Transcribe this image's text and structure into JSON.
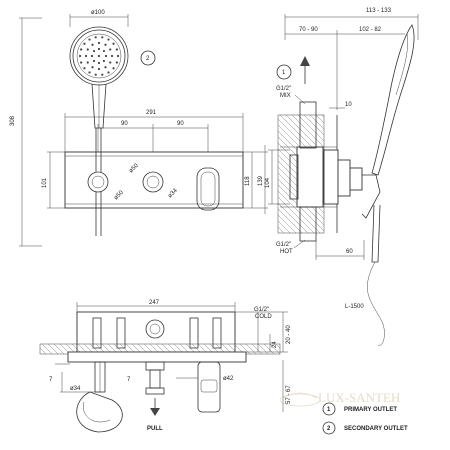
{
  "dimensions": {
    "d100": "ø100",
    "d308": "308",
    "d291": "291",
    "d90a": "90",
    "d90b": "90",
    "d101": "101",
    "d50a": "ø50",
    "d50b": "ø50",
    "d34": "ø34",
    "d118": "118",
    "d139": "139",
    "d113_133": "113 - 133",
    "d70_90": "70 - 90",
    "d102_82": "102 - 82",
    "d10": "10",
    "d104": "104",
    "d60": "60",
    "dL1500": "L-1500",
    "d247": "247",
    "d24": "24",
    "d20_40": "20 - 40",
    "d57_67": "57 - 67",
    "d7a": "7",
    "d7b": "7",
    "d34b": "ø34",
    "d42": "ø42"
  },
  "labels": {
    "g12_mix_top": "G1/2\"",
    "g12_mix_bottom": "MIX",
    "g12_hot_top": "G1/2\"",
    "g12_hot_bottom": "HOT",
    "g12_cold_top": "G1/2\"",
    "g12_cold_bottom": "COLD",
    "pull": "PULL"
  },
  "callouts": {
    "c1": "1",
    "c2": "2"
  },
  "legend": [
    {
      "num": "1",
      "text": "PRIMARY OUTLET"
    },
    {
      "num": "2",
      "text": "SECONDARY OUTLET"
    }
  ],
  "watermark": "LUX-SANTEH"
}
